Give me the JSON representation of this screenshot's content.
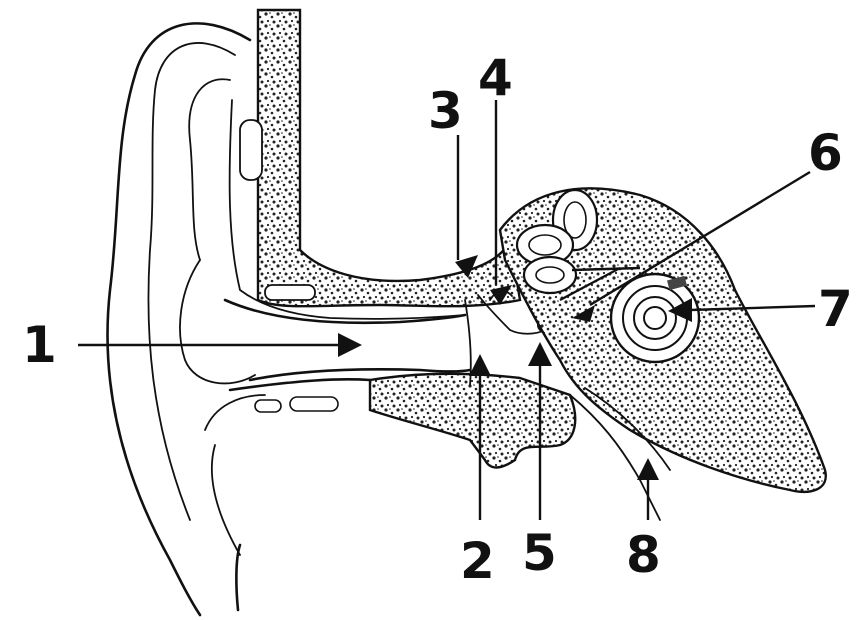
{
  "diagram": {
    "labels": {
      "l1": "1",
      "l2": "2",
      "l3": "3",
      "l4": "4",
      "l5": "5",
      "l6": "6",
      "l7": "7",
      "l8": "8"
    },
    "colors": {
      "ink": "#111111",
      "background": "#ffffff",
      "bone_fill": "#d8d8d8"
    }
  }
}
